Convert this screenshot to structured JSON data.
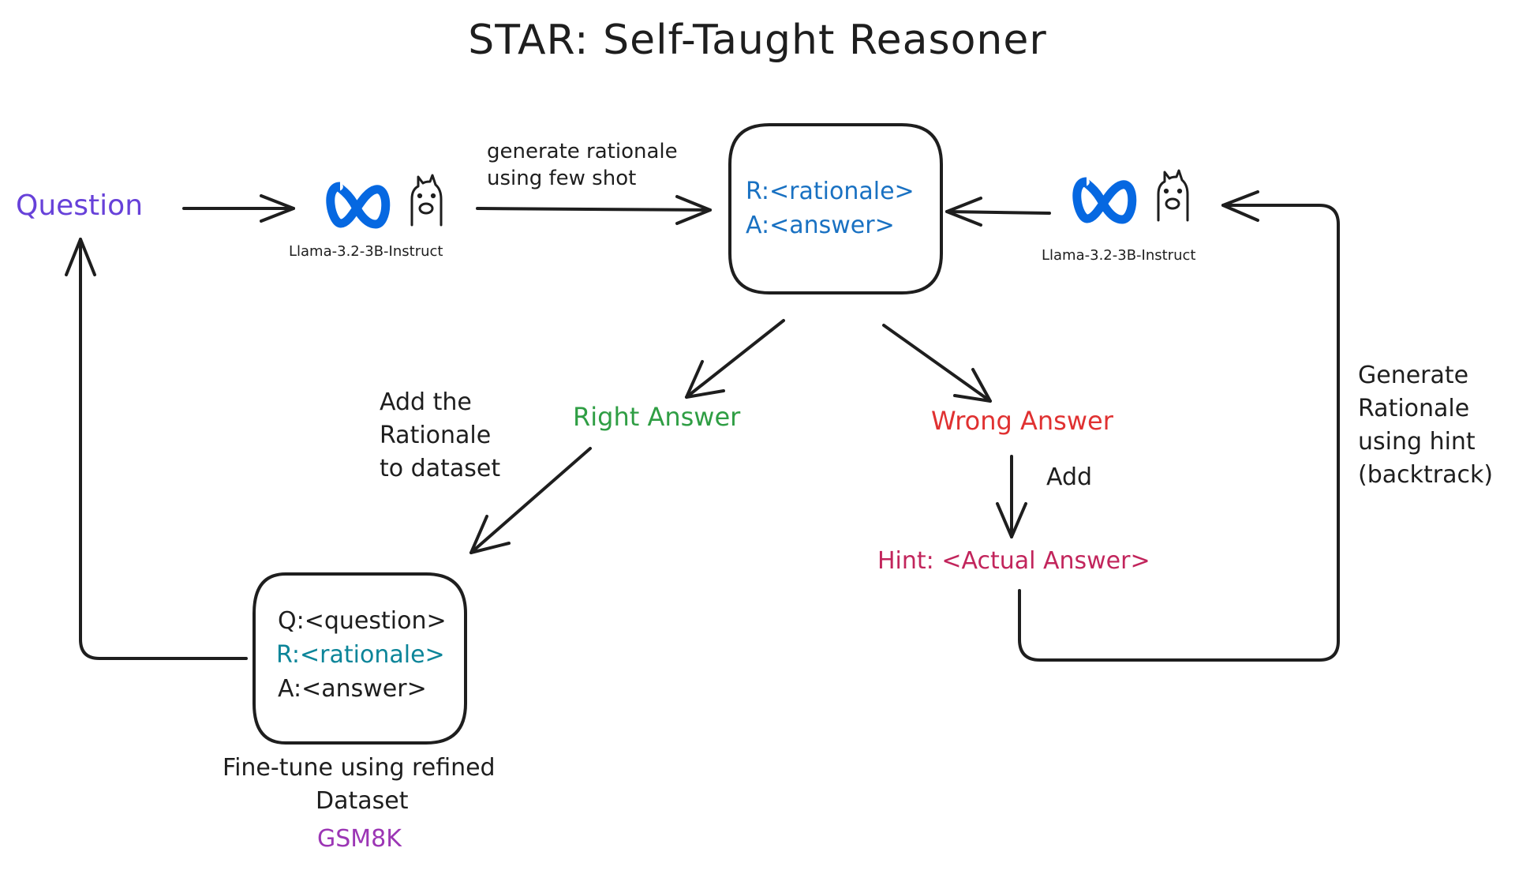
{
  "title": "STAR: Self-Taught Reasoner",
  "colors": {
    "ink": "#1e1e1e",
    "question": "#6741d9",
    "rationale_blue": "#1971c2",
    "right": "#2f9e44",
    "wrong": "#e03131",
    "hint": "#c2255c",
    "teal": "#0c8599",
    "gsm": "#9c36b5",
    "meta_blue": "#0668e1"
  },
  "nodes": {
    "question": "Question",
    "model_left": {
      "label": "Llama-3.2-3B-Instruct",
      "icons": [
        "meta-logo-icon",
        "llama-icon"
      ]
    },
    "model_right": {
      "label": "Llama-3.2-3B-Instruct",
      "icons": [
        "meta-logo-icon",
        "llama-icon"
      ]
    },
    "output_box": {
      "lines": [
        "R:<rationale>",
        "A:<answer>"
      ]
    },
    "right_answer": "Right Answer",
    "wrong_answer": "Wrong Answer",
    "hint": "Hint: <Actual Answer>",
    "dataset_box": {
      "lines": [
        "Q:<question>",
        "R:<rationale>",
        "A:<answer>"
      ]
    },
    "finetune": {
      "lines": [
        "Fine-tune using refined",
        "Dataset"
      ],
      "dataset_name": "GSM8K"
    }
  },
  "edge_labels": {
    "generate": [
      "generate rationale",
      "using few shot"
    ],
    "add_rationale": [
      "Add the",
      "Rationale",
      "to dataset"
    ],
    "add": "Add",
    "backtrack": [
      "Generate",
      "Rationale",
      "using hint",
      "(backtrack)"
    ]
  }
}
